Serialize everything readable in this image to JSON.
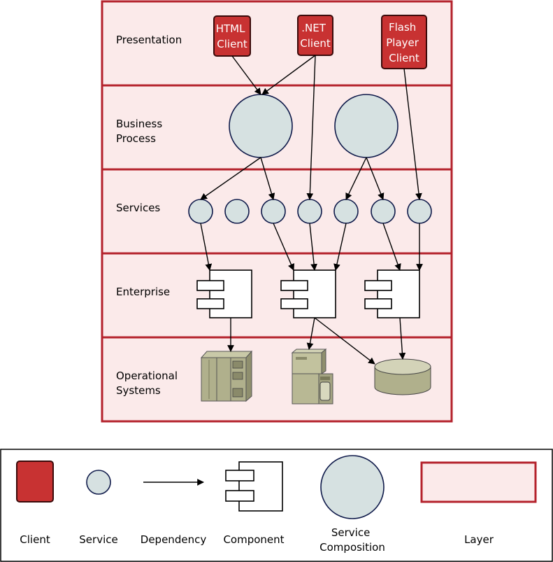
{
  "layers": [
    {
      "id": "presentation",
      "label": [
        "Presentation"
      ]
    },
    {
      "id": "business-process",
      "label": [
        "Business",
        "Process"
      ]
    },
    {
      "id": "services",
      "label": [
        "Services"
      ]
    },
    {
      "id": "enterprise",
      "label": [
        "Enterprise"
      ]
    },
    {
      "id": "operational-systems",
      "label": [
        "Operational",
        "Systems"
      ]
    }
  ],
  "clients": [
    {
      "id": "html-client",
      "label": [
        "HTML",
        "Client"
      ]
    },
    {
      "id": "net-client",
      "label": [
        ".NET",
        "Client"
      ]
    },
    {
      "id": "flash-client",
      "label": [
        "Flash",
        "Player",
        "Client"
      ]
    }
  ],
  "legend": {
    "client": "Client",
    "service": "Service",
    "dependency": "Dependency",
    "component": "Component",
    "service_composition": [
      "Service",
      "Composition"
    ],
    "layer": "Layer"
  },
  "colors": {
    "layer_fill": "#fbeaea",
    "layer_border": "#b4222c",
    "client_fill": "#c83232",
    "client_border": "#3a0a0a",
    "service_fill": "#d6e1e1",
    "service_border": "#0f1a4a",
    "equipment": "#b0b08c",
    "line": "#000000"
  }
}
